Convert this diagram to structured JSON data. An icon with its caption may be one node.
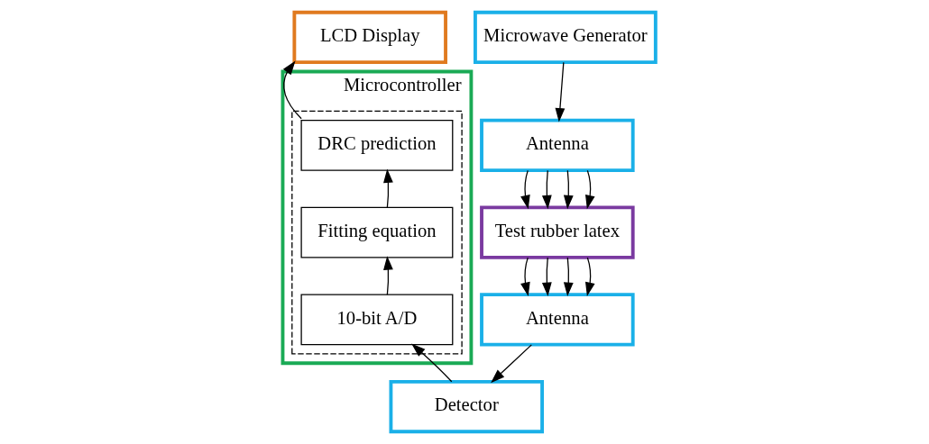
{
  "diagram": {
    "nodes": [
      {
        "text": [
          "LCD Display"
        ]
      },
      {
        "text": [
          "Microcontroller"
        ]
      },
      {
        "text": [],
        "shape": "box",
        "in": 1
      },
      {
        "text": [
          "DRC prediction"
        ],
        "in": 2
      },
      {
        "text": [
          "Fitting equation"
        ],
        "in": 2
      },
      {
        "text": [
          "10-bit A/D"
        ],
        "in": 2
      },
      {
        "text": [
          "Microwave Generator"
        ]
      },
      {
        "text": [
          "Antenna"
        ]
      },
      {
        "text": [
          "Test rubber latex"
        ]
      },
      {
        "text": [
          "Antenna"
        ]
      },
      {
        "text": [
          "Detector"
        ]
      }
    ],
    "edges": [
      {
        "from": 3,
        "to": 0,
        "arrow": "to"
      },
      {
        "from": 4,
        "to": 3,
        "arrow": "to"
      },
      {
        "from": 5,
        "to": 4,
        "arrow": "to"
      },
      {
        "from": 6,
        "to": 7,
        "arrow": "to"
      },
      {
        "from": 7,
        "to": 8,
        "arrow": "to"
      },
      {
        "from": 7,
        "to": 8,
        "arrow": "to"
      },
      {
        "from": 7,
        "to": 8,
        "arrow": "to"
      },
      {
        "from": 7,
        "to": 8,
        "arrow": "to"
      },
      {
        "from": 8,
        "to": 9,
        "arrow": "to"
      },
      {
        "from": 8,
        "to": 9,
        "arrow": "to"
      },
      {
        "from": 8,
        "to": 9,
        "arrow": "to"
      },
      {
        "from": 8,
        "to": 9,
        "arrow": "to"
      },
      {
        "from": 9,
        "to": 10,
        "arrow": "to"
      },
      {
        "from": 10,
        "to": 5,
        "arrow": "to"
      }
    ]
  }
}
